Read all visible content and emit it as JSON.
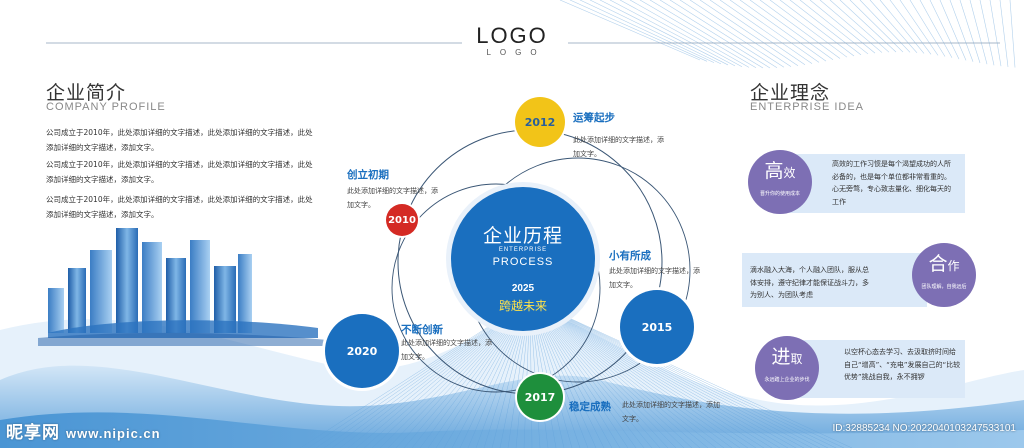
{
  "logo": {
    "main": "LOGO",
    "sub": "LOGO"
  },
  "company_profile": {
    "title": "企业简介",
    "subtitle": "COMPANY PROFILE",
    "paragraphs": [
      "公司成立于2010年，此处添加详细的文字描述，此处添加详细的文字描述，此处添加详细的文字描述，添加文字。",
      "公司成立于2010年，此处添加详细的文字描述，此处添加详细的文字描述，此处添加详细的文字描述，添加文字。",
      "公司成立于2010年，此处添加详细的文字描述，此处添加详细的文字描述，此处添加详细的文字描述，添加文字。"
    ]
  },
  "history": {
    "center": {
      "title": "企业历程",
      "subtitle_small": "ENTERPRISE",
      "subtitle_large": "PROCESS",
      "year": "2025",
      "slogan": "跨越未来"
    },
    "events": [
      {
        "year": "2010",
        "title": "创立初期",
        "desc": "此处添加详细的文字描述，添加文字。",
        "color": "#d42a24"
      },
      {
        "year": "2012",
        "title": "运筹起步",
        "desc": "此处添加详细的文字描述，添加文字。",
        "color": "#f2c418"
      },
      {
        "year": "2015",
        "title": "小有所成",
        "desc": "此处添加详细的文字描述，添加文字。",
        "color": "#1a6fbf"
      },
      {
        "year": "2017",
        "title": "稳定成熟",
        "desc": "此处添加详细的文字描述，添加文字。",
        "color": "#1e8f3c"
      },
      {
        "year": "2020",
        "title": "不断创新",
        "desc": "此处添加详细的文字描述，添加文字。",
        "color": "#1a6fbf"
      }
    ]
  },
  "enterprise_idea": {
    "title": "企业理念",
    "subtitle": "ENTERPRISE IDEA",
    "items": [
      {
        "char_big": "高",
        "char_small": "效",
        "caption": "晋升你的使用成本",
        "text": "高效的工作习惯是每个渴望成功的人所必备的，也是每个单位都非常看重的。心无旁骛，专心致志量化、细化每天的工作"
      },
      {
        "char_big": "合",
        "char_small": "作",
        "caption": "团队理解，自我远后",
        "text": "滴水融入大海，个人融入团队，服从总体安排，遵守纪律才能保证战斗力，多为别人、为团队考虑"
      },
      {
        "char_big": "进",
        "char_small": "取",
        "caption": "永远踏上企业的步伐",
        "text": "以空杯心态去学习、去汲取挤时间给自己“增高”、“充电”发展自己的“比较优势”挑战自我，永不拥锣"
      }
    ]
  },
  "watermark": {
    "brand": "昵享网",
    "url": "www.nipic.cn",
    "id_text": "ID:32885234 NO:20220401032475331​01"
  },
  "colors": {
    "primary_blue": "#1a6fbf",
    "idea_purple": "#7d6fb4",
    "idea_box": "#dbe9f8",
    "slogan_yellow": "#ffe24a"
  }
}
